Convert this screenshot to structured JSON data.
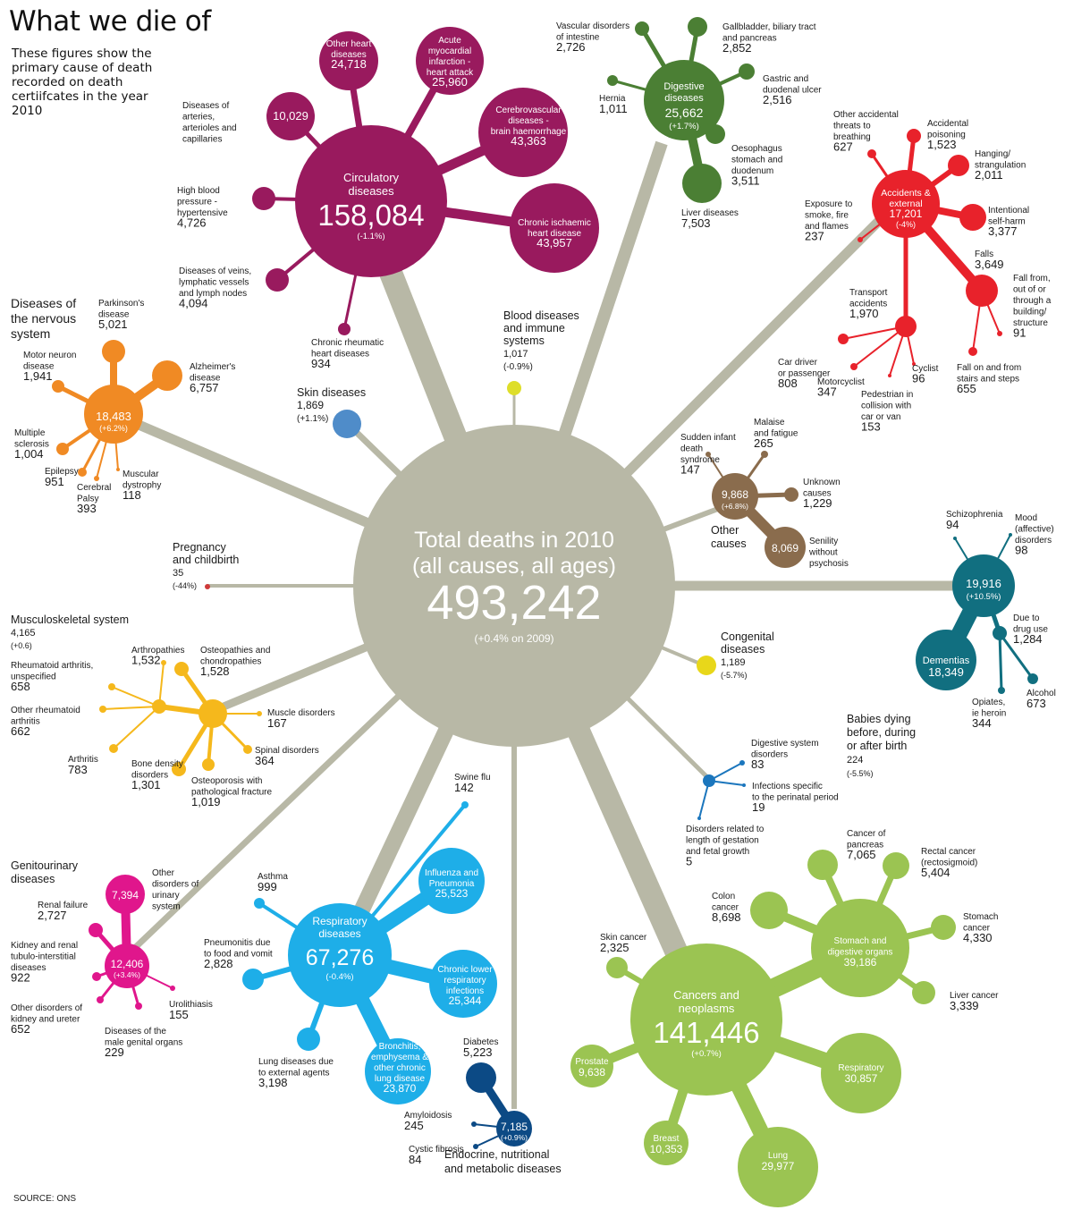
{
  "title": "What we die of",
  "subtitle": "These figures show the primary cause of death recorded on death certiifcates in the year 2010",
  "source": "SOURCE: ONS",
  "colors": {
    "hub": "#b8b8a6",
    "circulatory": "#991a5e",
    "digestive": "#4b7f34",
    "accidents": "#e8222b",
    "nervous": "#f08a24",
    "skin": "#4f8cc9",
    "blood": "#dede2a",
    "other": "#8a6c4d",
    "mental": "#116f80",
    "pregnancy": "#cf3a3a",
    "congenital": "#e8d71a",
    "musculoskeletal": "#f5b81c",
    "perinatal": "#1b76bd",
    "genitourinary": "#e0168c",
    "respiratory": "#1eaee8",
    "endocrine": "#0c4a85",
    "cancers": "#9bc452"
  },
  "hub": {
    "line1": "Total deaths in 2010",
    "line2": "(all causes, all ages)",
    "value": "493,242",
    "change": "(+0.4% on 2009)"
  },
  "groups": [
    {
      "key": "circulatory",
      "label": [
        "Circulatory",
        "diseases"
      ],
      "value": "158,084",
      "change": "(-1.1%)",
      "items": [
        {
          "label": [
            "Other heart",
            "diseases"
          ],
          "value": "24,718"
        },
        {
          "label": [
            "Acute",
            "myocardial",
            "infarction -",
            "heart attack"
          ],
          "value": "25,960"
        },
        {
          "label": [
            "Cerebrovascular",
            "diseases -",
            "brain haemorrhage"
          ],
          "value": "43,363"
        },
        {
          "label": [
            "Chronic ischaemic",
            "heart disease"
          ],
          "value": "43,957"
        },
        {
          "label": [
            "Diseases of",
            "arteries,",
            "arterioles and",
            "capillaries"
          ],
          "value": "10,029"
        },
        {
          "label": [
            "High blood",
            "pressure -",
            "hypertensive"
          ],
          "value": "4,726"
        },
        {
          "label": [
            "Diseases of veins,",
            "lymphatic vessels",
            "and lymph nodes"
          ],
          "value": "4,094"
        },
        {
          "label": [
            "Chronic rheumatic",
            "heart diseases"
          ],
          "value": "934"
        }
      ]
    },
    {
      "key": "digestive",
      "label": [
        "Digestive",
        "diseases"
      ],
      "value": "25,662",
      "change": "(+1.7%)",
      "items": [
        {
          "label": [
            "Vascular disorders",
            "of intestine"
          ],
          "value": "2,726"
        },
        {
          "label": [
            "Gallbladder, biliary tract",
            "and pancreas"
          ],
          "value": "2,852"
        },
        {
          "label": [
            "Gastric and",
            "duodenal ulcer"
          ],
          "value": "2,516"
        },
        {
          "label": [
            "Hernia"
          ],
          "value": "1,011"
        },
        {
          "label": [
            "Oesophagus",
            "stomach and",
            "duodenum"
          ],
          "value": "3,511"
        },
        {
          "label": [
            "Liver diseases"
          ],
          "value": "7,503"
        }
      ]
    },
    {
      "key": "accidents",
      "label": [
        "Accidents &",
        "external"
      ],
      "value": "17,201",
      "change": "(-4%)",
      "items": [
        {
          "label": [
            "Other accidental",
            "threats to",
            "breathing"
          ],
          "value": "627"
        },
        {
          "label": [
            "Accidental",
            "poisoning"
          ],
          "value": "1,523"
        },
        {
          "label": [
            "Hanging/",
            "strangulation"
          ],
          "value": "2,011"
        },
        {
          "label": [
            "Exposure to",
            "smoke, fire",
            "and flames"
          ],
          "value": "237"
        },
        {
          "label": [
            "Intentional",
            "self-harm"
          ],
          "value": "3,377"
        },
        {
          "label": [
            "Falls"
          ],
          "value": "3,649"
        },
        {
          "label": [
            "Fall from,",
            "out of or",
            "through a",
            "building/",
            "structure"
          ],
          "value": "91"
        },
        {
          "label": [
            "Fall on and from",
            "stairs and steps"
          ],
          "value": "655"
        },
        {
          "label": [
            "Transport",
            "accidents"
          ],
          "value": "1,970"
        },
        {
          "label": [
            "Car driver",
            "or passenger"
          ],
          "value": "808"
        },
        {
          "label": [
            "Motorcyclist"
          ],
          "value": "347"
        },
        {
          "label": [
            "Cyclist"
          ],
          "value": "96"
        },
        {
          "label": [
            "Pedestrian in",
            "collision with",
            "car or van"
          ],
          "value": "153"
        }
      ]
    },
    {
      "key": "nervous",
      "label": [
        "Diseases of",
        "the nervous",
        "system"
      ],
      "value": "18,483",
      "change": "(+6.2%)",
      "items": [
        {
          "label": [
            "Parkinson's",
            "disease"
          ],
          "value": "5,021"
        },
        {
          "label": [
            "Motor neuron",
            "disease"
          ],
          "value": "1,941"
        },
        {
          "label": [
            "Alzheimer's",
            "disease"
          ],
          "value": "6,757"
        },
        {
          "label": [
            "Multiple",
            "sclerosis"
          ],
          "value": "1,004"
        },
        {
          "label": [
            "Epilepsy"
          ],
          "value": "951"
        },
        {
          "label": [
            "Cerebral",
            "Palsy"
          ],
          "value": "393"
        },
        {
          "label": [
            "Muscular",
            "dystrophy"
          ],
          "value": "118"
        }
      ]
    },
    {
      "key": "skin",
      "label": [
        "Skin diseases"
      ],
      "value": "1,869",
      "change": "(+1.1%)",
      "items": []
    },
    {
      "key": "blood",
      "label": [
        "Blood diseases",
        "and immune",
        "systems"
      ],
      "value": "1,017",
      "change": "(-0.9%)",
      "items": []
    },
    {
      "key": "other",
      "label": [
        "Other",
        "causes"
      ],
      "value": "9,868",
      "change": "(+6.8%)",
      "items": [
        {
          "label": [
            "Sudden infant",
            "death",
            "syndrome"
          ],
          "value": "147"
        },
        {
          "label": [
            "Malaise",
            "and fatigue"
          ],
          "value": "265"
        },
        {
          "label": [
            "Unknown",
            "causes"
          ],
          "value": "1,229"
        },
        {
          "label": [
            "Senility",
            "without",
            "psychosis"
          ],
          "value": "8,069"
        }
      ]
    },
    {
      "key": "mental",
      "label": [],
      "value": "19,916",
      "change": "(+10.5%)",
      "items": [
        {
          "label": [
            "Schizophrenia"
          ],
          "value": "94"
        },
        {
          "label": [
            "Mood",
            "(affective)",
            "disorders"
          ],
          "value": "98"
        },
        {
          "label": [
            "Due to",
            "drug use"
          ],
          "value": "1,284"
        },
        {
          "label": [
            "Dementias"
          ],
          "value": "18,349"
        },
        {
          "label": [
            "Opiates,",
            "ie heroin"
          ],
          "value": "344"
        },
        {
          "label": [
            "Alcohol"
          ],
          "value": "673"
        }
      ]
    },
    {
      "key": "pregnancy",
      "label": [
        "Pregnancy",
        "and childbirth"
      ],
      "value": "35",
      "change": "(-44%)",
      "items": []
    },
    {
      "key": "congenital",
      "label": [
        "Congenital",
        "diseases"
      ],
      "value": "1,189",
      "change": "(-5.7%)",
      "items": []
    },
    {
      "key": "musculoskeletal",
      "label": [
        "Musculoskeletal system"
      ],
      "value": "4,165",
      "change": "(+0.6)",
      "items": [
        {
          "label": [
            "Arthropathies"
          ],
          "value": "1,532"
        },
        {
          "label": [
            "Osteopathies and",
            "chondropathies"
          ],
          "value": "1,528"
        },
        {
          "label": [
            "Rheumatoid arthritis,",
            "unspecified"
          ],
          "value": "658"
        },
        {
          "label": [
            "Other rheumatoid",
            "arthritis"
          ],
          "value": "662"
        },
        {
          "label": [
            "Muscle disorders"
          ],
          "value": "167"
        },
        {
          "label": [
            "Spinal disorders"
          ],
          "value": "364"
        },
        {
          "label": [
            "Arthritis"
          ],
          "value": "783"
        },
        {
          "label": [
            "Bone density",
            "disorders"
          ],
          "value": "1,301"
        },
        {
          "label": [
            "Osteoporosis with",
            "pathological fracture"
          ],
          "value": "1,019"
        }
      ]
    },
    {
      "key": "perinatal",
      "label": [
        "Babies dying",
        "before, during",
        "or after birth"
      ],
      "value": "224",
      "change": "(-5.5%)",
      "items": [
        {
          "label": [
            "Digestive system",
            "disorders"
          ],
          "value": "83"
        },
        {
          "label": [
            "Infections specific",
            "to the perinatal period"
          ],
          "value": "19"
        },
        {
          "label": [
            "Disorders related to",
            "length of gestation",
            "and fetal growth"
          ],
          "value": "5"
        }
      ]
    },
    {
      "key": "genitourinary",
      "label": [
        "Genitourinary",
        "diseases"
      ],
      "value": "12,406",
      "change": "(+3.4%)",
      "items": [
        {
          "label": [
            "Other",
            "disorders of",
            "urinary",
            "system"
          ],
          "value": "7,394"
        },
        {
          "label": [
            "Renal failure"
          ],
          "value": "2,727"
        },
        {
          "label": [
            "Kidney and renal",
            "tubulo-interstitial",
            "diseases"
          ],
          "value": "922"
        },
        {
          "label": [
            "Other disorders of",
            "kidney and ureter"
          ],
          "value": "652"
        },
        {
          "label": [
            "Diseases of the",
            "male genital organs"
          ],
          "value": "229"
        },
        {
          "label": [
            "Urolithiasis"
          ],
          "value": "155"
        }
      ]
    },
    {
      "key": "respiratory",
      "label": [
        "Respiratory",
        "diseases"
      ],
      "value": "67,276",
      "change": "(-0.4%)",
      "items": [
        {
          "label": [
            "Swine flu"
          ],
          "value": "142"
        },
        {
          "label": [
            "Influenza and",
            "Pneumonia"
          ],
          "value": "25,523"
        },
        {
          "label": [
            "Asthma"
          ],
          "value": "999"
        },
        {
          "label": [
            "Chronic lower",
            "respiratory",
            "infections"
          ],
          "value": "25,344"
        },
        {
          "label": [
            "Pneumonitis due",
            "to food and vomit"
          ],
          "value": "2,828"
        },
        {
          "label": [
            "Lung diseases due",
            "to external agents"
          ],
          "value": "3,198"
        },
        {
          "label": [
            "Bronchitis,",
            "emphysema &",
            "other chronic",
            "lung disease"
          ],
          "value": "23,870"
        }
      ]
    },
    {
      "key": "endocrine",
      "label": [
        "Endocrine, nutritional",
        "and metabolic diseases"
      ],
      "value": "7,185",
      "change": "(+0.9%)",
      "items": [
        {
          "label": [
            "Diabetes"
          ],
          "value": "5,223"
        },
        {
          "label": [
            "Amyloidosis"
          ],
          "value": "245"
        },
        {
          "label": [
            "Cystic fibrosis"
          ],
          "value": "84"
        }
      ]
    },
    {
      "key": "cancers",
      "label": [
        "Cancers and",
        "neoplasms"
      ],
      "value": "141,446",
      "change": "(+0.7%)",
      "items": [
        {
          "label": [
            "Cancer of",
            "pancreas"
          ],
          "value": "7,065"
        },
        {
          "label": [
            "Rectal cancer",
            "(rectosigmoid)"
          ],
          "value": "5,404"
        },
        {
          "label": [
            "Colon",
            "cancer"
          ],
          "value": "8,698"
        },
        {
          "label": [
            "Stomach and",
            "digestive organs"
          ],
          "value": "39,186"
        },
        {
          "label": [
            "Stomach",
            "cancer"
          ],
          "value": "4,330"
        },
        {
          "label": [
            "Skin cancer"
          ],
          "value": "2,325"
        },
        {
          "label": [
            "Liver cancer"
          ],
          "value": "3,339"
        },
        {
          "label": [
            "Prostate"
          ],
          "value": "9,638"
        },
        {
          "label": [
            "Respiratory"
          ],
          "value": "30,857"
        },
        {
          "label": [
            "Breast"
          ],
          "value": "10,353"
        },
        {
          "label": [
            "Lung"
          ],
          "value": "29,977"
        }
      ]
    }
  ]
}
